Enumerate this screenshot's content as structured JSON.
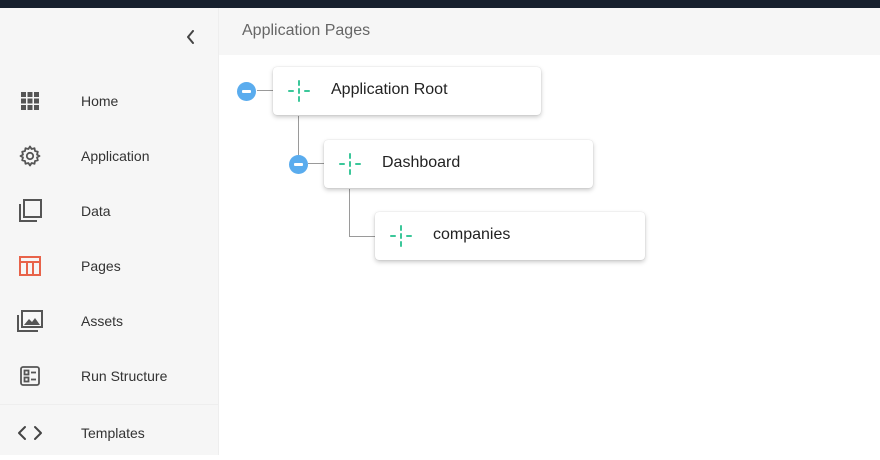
{
  "sidebar": {
    "collapse_icon": "chevron-left-icon",
    "items": [
      {
        "label": "Home",
        "icon": "grid-icon"
      },
      {
        "label": "Application",
        "icon": "gear-icon"
      },
      {
        "label": "Data",
        "icon": "stack-icon"
      },
      {
        "label": "Pages",
        "icon": "table-layout-icon",
        "active": true
      },
      {
        "label": "Assets",
        "icon": "image-gallery-icon"
      },
      {
        "label": "Run Structure",
        "icon": "structure-icon"
      },
      {
        "label": "Templates",
        "icon": "code-brackets-icon"
      }
    ]
  },
  "main": {
    "title": "Application Pages",
    "tree": [
      {
        "label": "Application Root",
        "level": 0,
        "expanded": true
      },
      {
        "label": "Dashboard",
        "level": 1,
        "expanded": true
      },
      {
        "label": "companies",
        "level": 2
      }
    ]
  },
  "colors": {
    "topbar": "#17202e",
    "sidebar_bg": "#f6f6f6",
    "active_icon": "#e8634a",
    "icon_gray": "#555555",
    "node_icon": "#3bc79a",
    "toggle": "#5aacee"
  }
}
